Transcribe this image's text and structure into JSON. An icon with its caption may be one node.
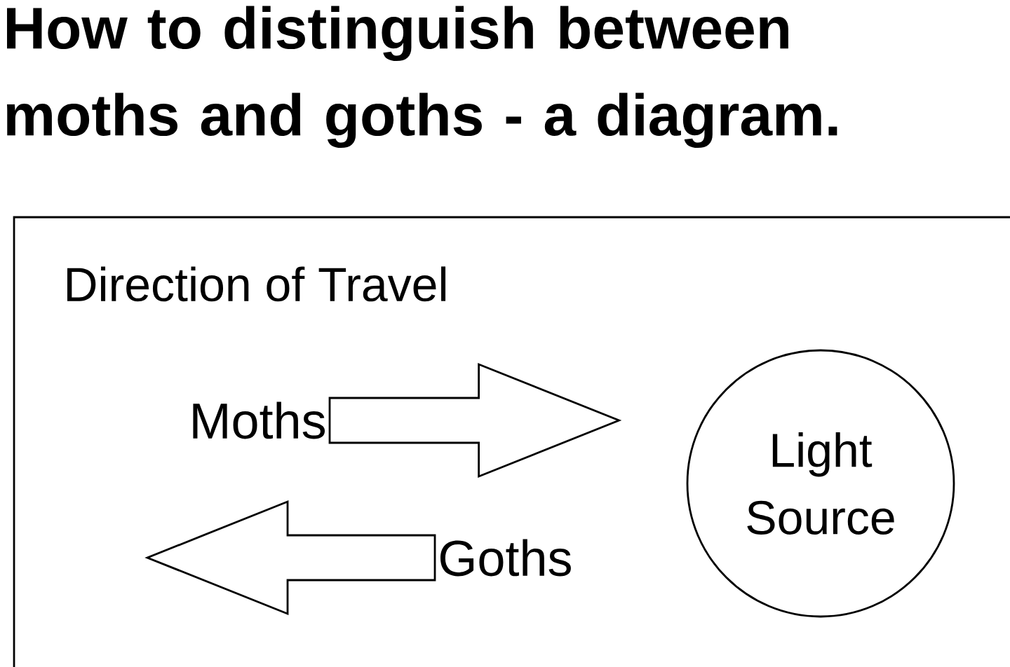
{
  "diagram": {
    "title": "How to distinguish between moths and goths - a diagram.",
    "nodes": [
      {
        "text": [
          "Direction of Travel"
        ]
      },
      {
        "text": [
          "Moths"
        ],
        "in": 0
      },
      {
        "text": [
          "Goths"
        ],
        "in": 0
      },
      {
        "text": [
          "Light Source"
        ],
        "in": 0
      }
    ],
    "edges": [
      {
        "from": 1,
        "to": 3,
        "arrow": "to"
      },
      {
        "from": 2,
        "to": null,
        "arrow": "to"
      }
    ]
  }
}
